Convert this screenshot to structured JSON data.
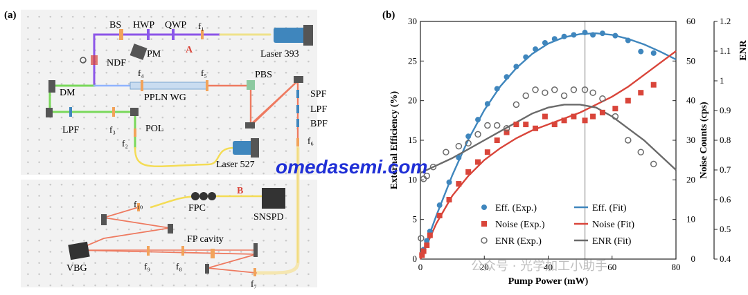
{
  "panel_a": {
    "label": "(a)",
    "labels": {
      "bs": "BS",
      "hwp": "HWP",
      "qwp": "QWP",
      "f1": "f₁",
      "a": "A",
      "laser393": "Laser 393",
      "pm": "PM",
      "ndf": "NDF",
      "f4": "f₄",
      "f5": "f₅",
      "pbs": "PBS",
      "dm": "DM",
      "pplnwg": "PPLN WG",
      "spf": "SPF",
      "lpf_right": "LPF",
      "bpf": "BPF",
      "lpf_left": "LPF",
      "f3": "f₃",
      "pol": "POL",
      "f2": "f₂",
      "f6": "f₆",
      "laser527": "Laser 527",
      "f10": "f₁₀",
      "fpc": "FPC",
      "b": "B",
      "snspd": "SNSPD",
      "fpcavity": "FP cavity",
      "vbg": "VBG",
      "f9": "f₉",
      "f8": "f₈",
      "f7": "f₇"
    }
  },
  "panel_b": {
    "label": "(b)"
  },
  "watermark": "omedasemi.com",
  "watermark2": "公众号 · 光学加工小助手",
  "colors": {
    "eff": "#3f86bd",
    "noise": "#d9453a",
    "enr": "#6a6a6a"
  },
  "chart_data": {
    "type": "scatter",
    "xlabel": "Pump Power (mW)",
    "xlim": [
      0,
      80
    ],
    "xticks": [
      0,
      20,
      40,
      60,
      80
    ],
    "y_left": {
      "label": "External Efficiency (%)",
      "lim": [
        0,
        30
      ],
      "ticks": [
        0,
        5,
        10,
        15,
        20,
        25,
        30
      ]
    },
    "y_right1": {
      "label": "Noise Counts (cps)",
      "lim": [
        0,
        60
      ],
      "ticks": [
        0,
        10,
        20,
        30,
        40,
        50,
        60
      ]
    },
    "y_right2": {
      "label": "ENR",
      "lim": [
        0.4,
        1.2
      ],
      "ticks": [
        "0.4",
        "0.5",
        "0.6",
        "0.7",
        "0.8",
        "0.9",
        "1",
        "1.1",
        "1.2"
      ]
    },
    "vline_x": 51.5,
    "legend": [
      {
        "key": "eff_exp",
        "label": "Eff. (Exp.)"
      },
      {
        "key": "eff_fit",
        "label": "Eff. (Fit)"
      },
      {
        "key": "noise_exp",
        "label": "Noise (Exp.)"
      },
      {
        "key": "noise_fit",
        "label": "Noise (Fit)"
      },
      {
        "key": "enr_exp",
        "label": "ENR (Exp.)"
      },
      {
        "key": "enr_fit",
        "label": "ENR (Fit)"
      }
    ],
    "series": [
      {
        "name": "Eff. (Exp.)",
        "axis": "left",
        "x": [
          0.5,
          1,
          2,
          3,
          6,
          9,
          12,
          15,
          18,
          21,
          24,
          27,
          30,
          33,
          36,
          39,
          42,
          45,
          48,
          51.5,
          54,
          57,
          61,
          65,
          69,
          73
        ],
        "y": [
          0.6,
          1.2,
          2.3,
          3.5,
          6.8,
          9.7,
          12.8,
          15.5,
          17.6,
          19.6,
          21.5,
          23,
          24.3,
          25.5,
          26.5,
          27.3,
          27.8,
          28.1,
          28.3,
          28.6,
          28.3,
          28.5,
          28.2,
          27.6,
          26.2,
          26.0
        ]
      },
      {
        "name": "Noise (Exp.)",
        "axis": "right1",
        "x": [
          0.5,
          1,
          2,
          3,
          6,
          9,
          12,
          15,
          18,
          21,
          24,
          27,
          30,
          33,
          36,
          39,
          42,
          45,
          48,
          51.5,
          54,
          57,
          61,
          65,
          69,
          73
        ],
        "y": [
          1,
          2,
          3.5,
          6,
          11,
          15,
          19,
          22,
          24.5,
          27,
          30,
          32,
          34,
          34,
          33,
          36,
          34,
          35,
          36,
          35,
          36,
          37,
          38,
          40,
          42,
          44
        ]
      },
      {
        "name": "ENR (Exp.)",
        "axis": "right2",
        "x": [
          0.2,
          1,
          2,
          4,
          8,
          12,
          15,
          18,
          21,
          24,
          27,
          30,
          33,
          36,
          39,
          42,
          45,
          48,
          51.5,
          54,
          57,
          61,
          65,
          69,
          73
        ],
        "y": [
          0.47,
          0.67,
          0.68,
          0.71,
          0.76,
          0.78,
          0.79,
          0.82,
          0.85,
          0.85,
          0.84,
          0.92,
          0.95,
          0.97,
          0.96,
          0.97,
          0.95,
          0.97,
          0.97,
          0.96,
          0.94,
          0.88,
          0.8,
          0.76,
          0.72
        ]
      }
    ],
    "fits": [
      {
        "name": "Eff. (Fit)",
        "axis": "left",
        "x": [
          0,
          5,
          10,
          15,
          20,
          25,
          30,
          35,
          40,
          45,
          50,
          55,
          60,
          65,
          70,
          75,
          80
        ],
        "y": [
          0,
          5.5,
          10.6,
          15.1,
          18.8,
          21.8,
          24.1,
          25.9,
          27.2,
          28.0,
          28.4,
          28.5,
          28.3,
          27.8,
          27.1,
          26.2,
          25.2
        ]
      },
      {
        "name": "Noise (Fit)",
        "axis": "right1",
        "x": [
          0,
          5,
          10,
          15,
          20,
          25,
          30,
          35,
          40,
          45,
          50,
          55,
          60,
          65,
          70,
          75,
          80
        ],
        "y": [
          0,
          9,
          16,
          21,
          25,
          28,
          30.5,
          32.5,
          34,
          35.5,
          37,
          39,
          41,
          43.5,
          46.5,
          49.5,
          52.5
        ]
      },
      {
        "name": "ENR (Fit)",
        "axis": "right2",
        "x": [
          0,
          5,
          10,
          15,
          20,
          25,
          30,
          35,
          40,
          45,
          50,
          55,
          60,
          65,
          70,
          75,
          80
        ],
        "y": [
          0.69,
          0.715,
          0.74,
          0.77,
          0.8,
          0.83,
          0.86,
          0.89,
          0.91,
          0.92,
          0.92,
          0.91,
          0.88,
          0.84,
          0.8,
          0.75,
          0.7
        ]
      }
    ]
  }
}
